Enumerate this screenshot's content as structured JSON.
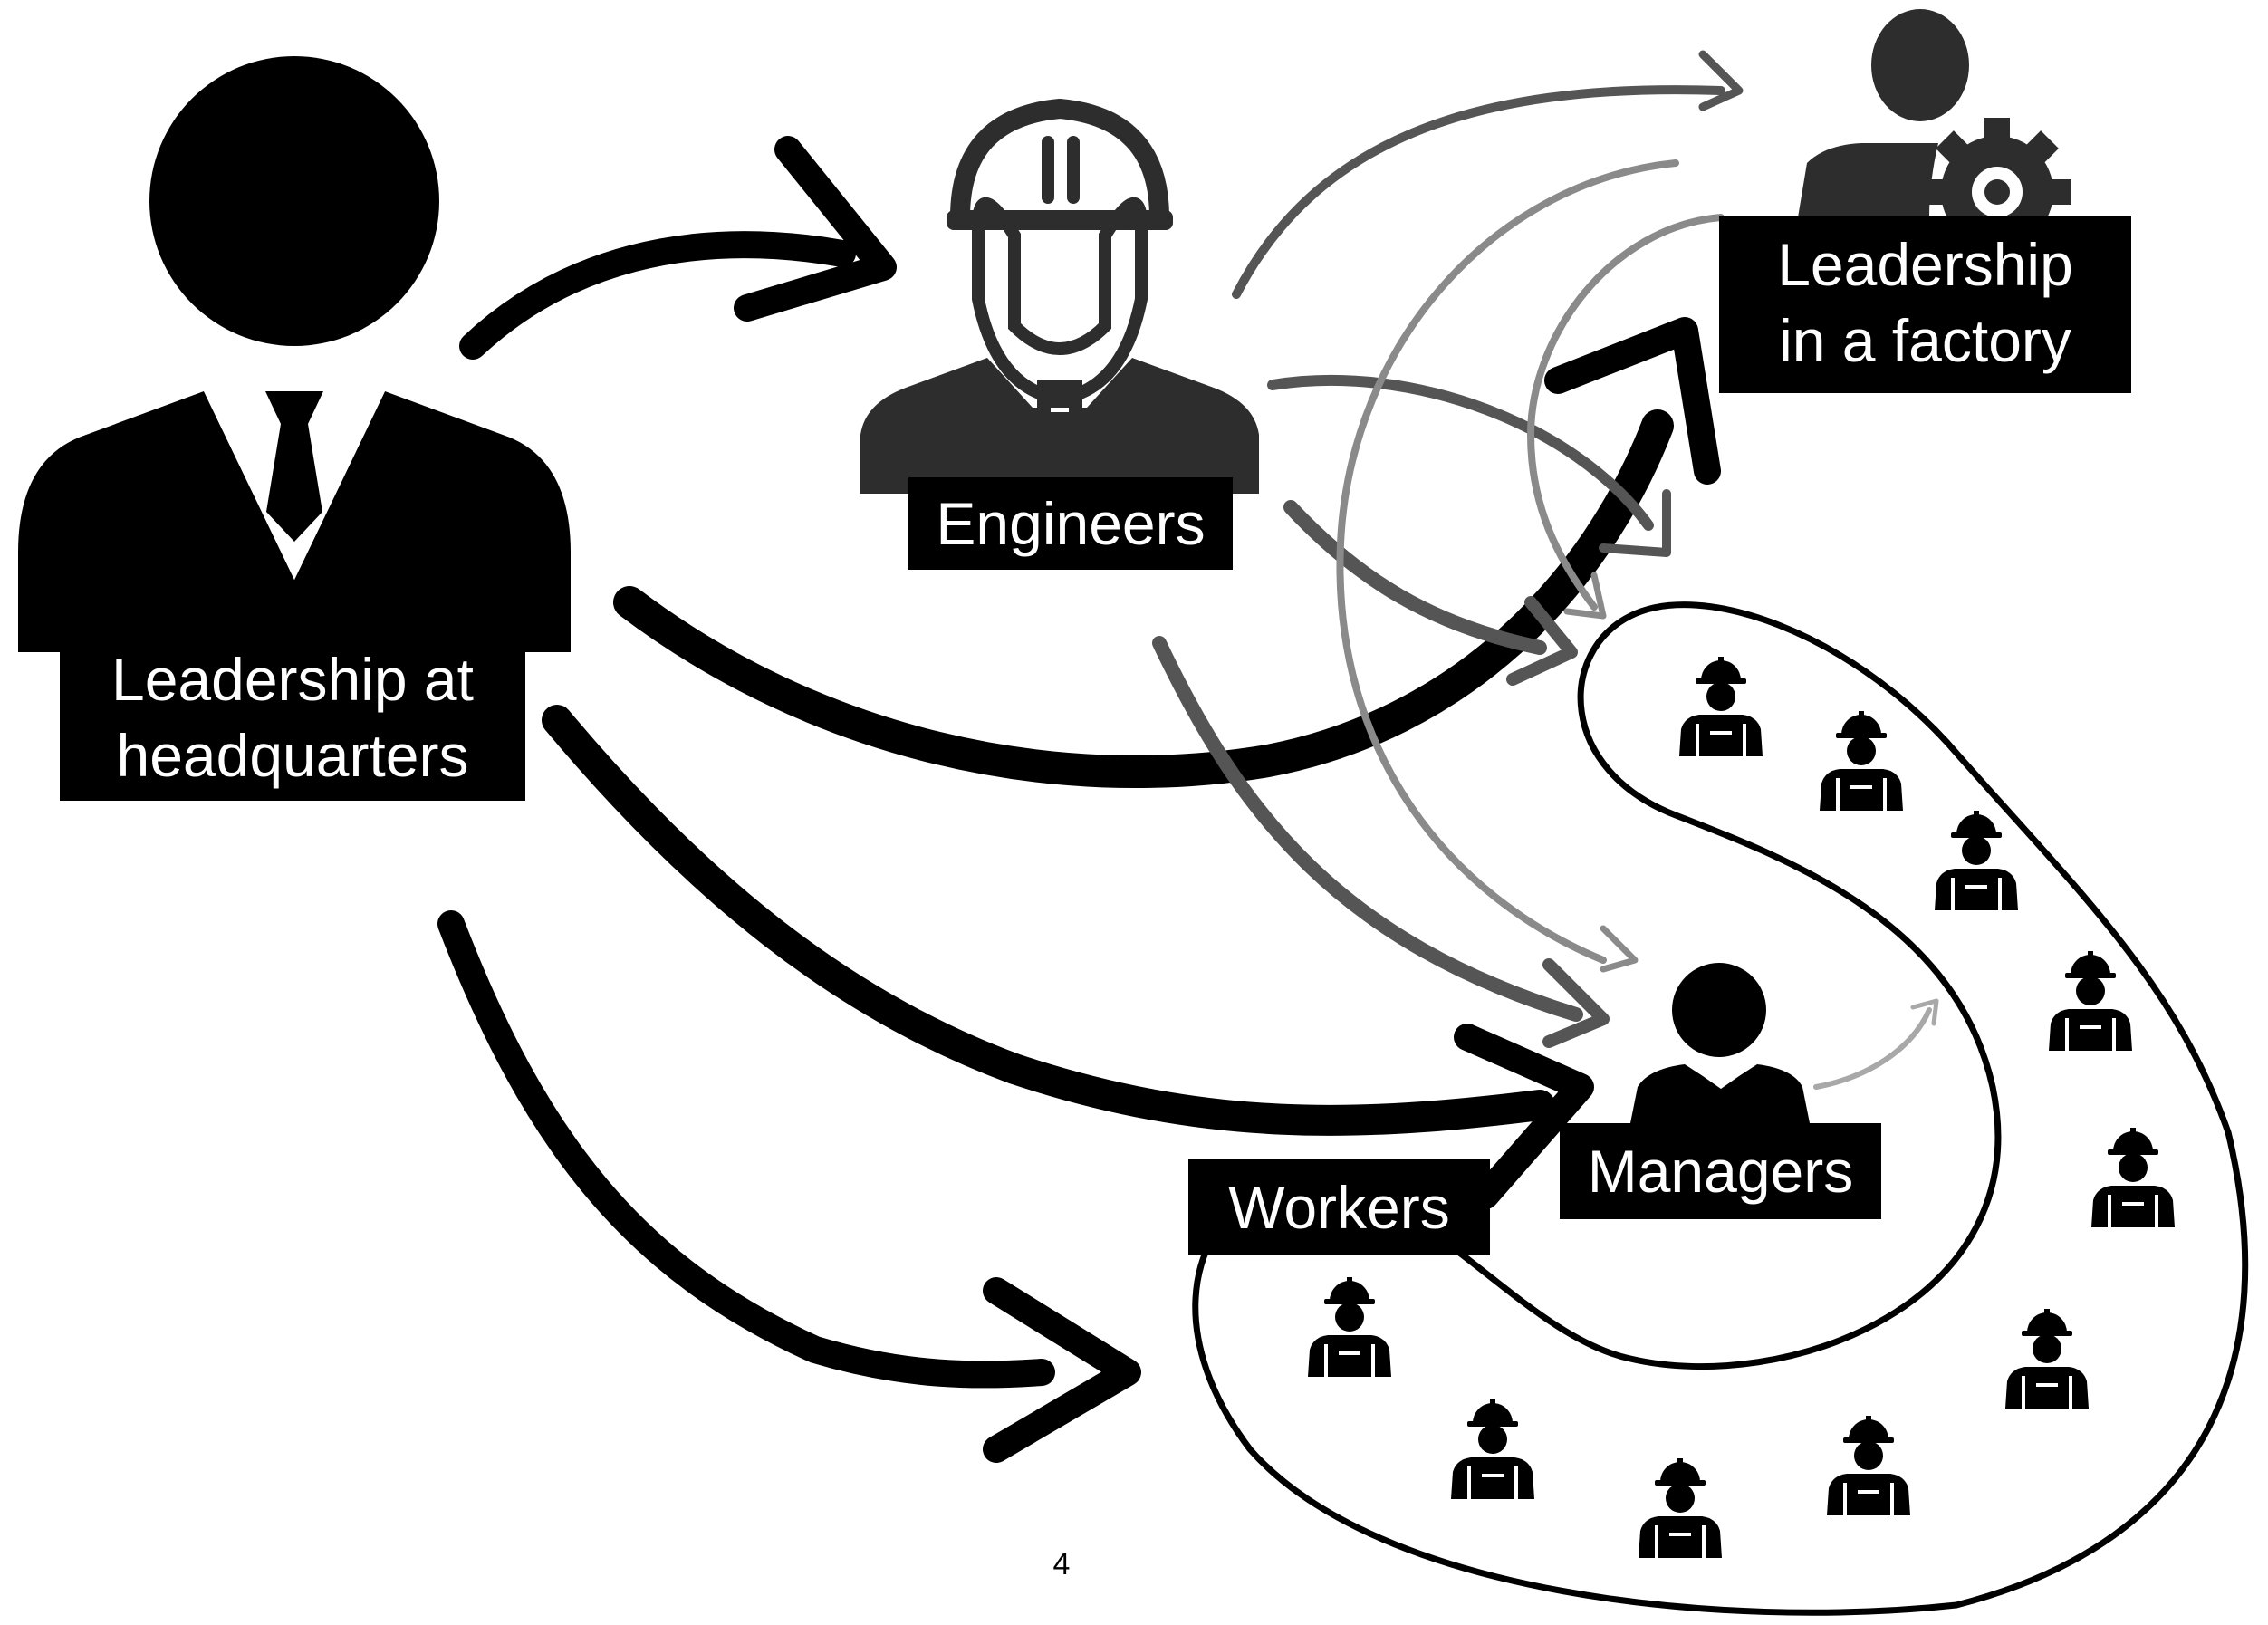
{
  "labels": {
    "hq_line1": "Leadership at",
    "hq_line2": "headquarters",
    "engineers": "Engineers",
    "factory_line1": "Leadership",
    "factory_line2": "in a factory",
    "managers": "Managers",
    "workers": "Workers"
  },
  "page_number": "4",
  "colors": {
    "ink": "#000000",
    "icon_dark": "#2d2d2d",
    "arrow_mid": "#555555",
    "arrow_light": "#8a8a8a",
    "arrow_lighter": "#a8a8a8",
    "label_bg": "#000000",
    "label_text": "#ffffff"
  },
  "icons": {
    "hq": "businessman-icon",
    "engineer": "engineer-hardhat-icon",
    "factory_leader": "person-gear-icon",
    "manager": "manager-person-icon",
    "worker": "worker-hardhat-icon"
  }
}
